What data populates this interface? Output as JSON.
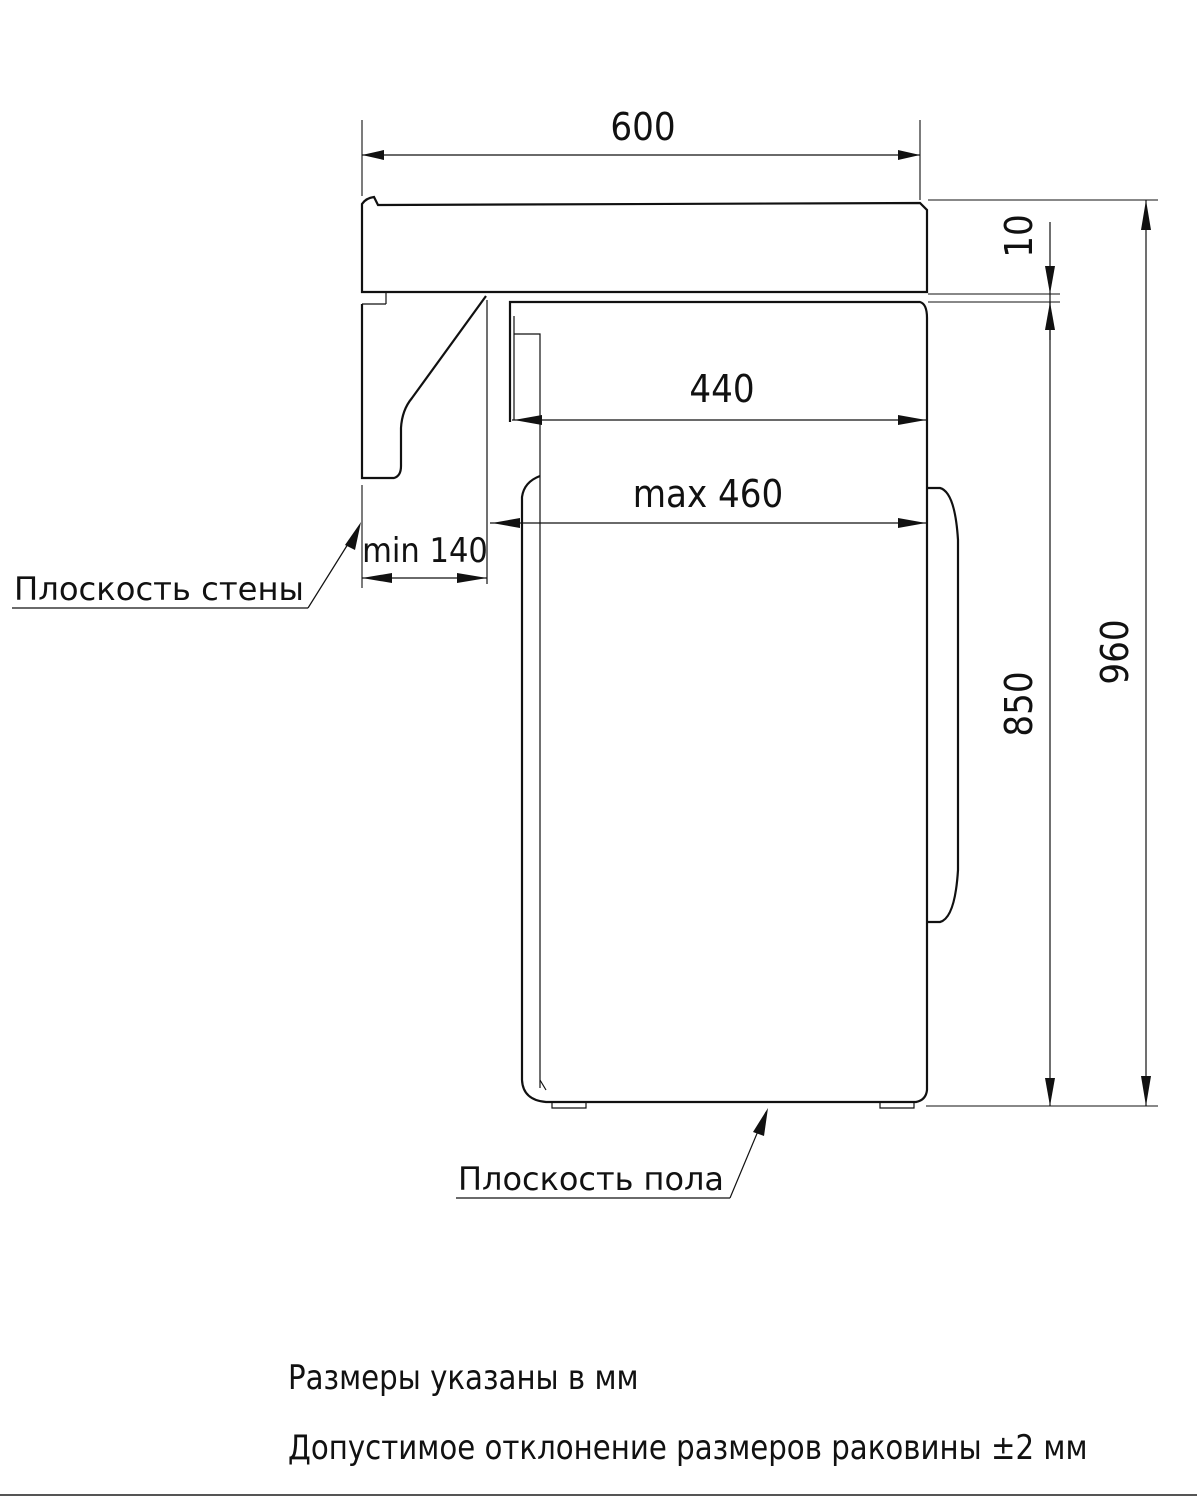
{
  "dimensions": {
    "sink_width": "600",
    "sink_thickness": "10",
    "machine_depth": "440",
    "max_depth": "max 460",
    "min_wall_gap": "min 140",
    "machine_height": "850",
    "total_height": "960"
  },
  "labels": {
    "wall_plane": "Плоскость стены",
    "floor_plane": "Плоскость пола"
  },
  "notes": {
    "units": "Размеры указаны в мм",
    "tolerance": "Допустимое отклонение размеров раковины ±2 мм"
  }
}
